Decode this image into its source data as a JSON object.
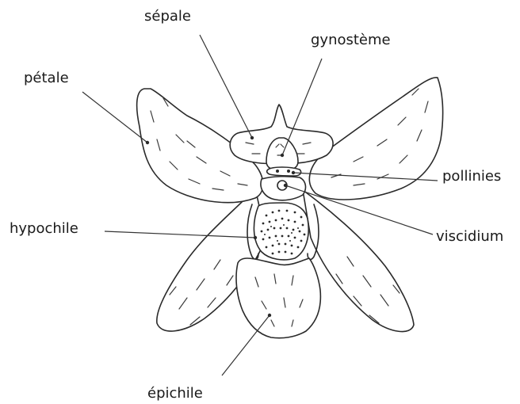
{
  "labels": {
    "sepale": "sépale",
    "gynosteme": "gynostème",
    "petale": "pétale",
    "pollinies": "pollinies",
    "hypochile": "hypochile",
    "viscidium": "viscidium",
    "epichile": "épichile"
  },
  "colors": {
    "ink": "#2a2a2a",
    "background": "#ffffff"
  }
}
